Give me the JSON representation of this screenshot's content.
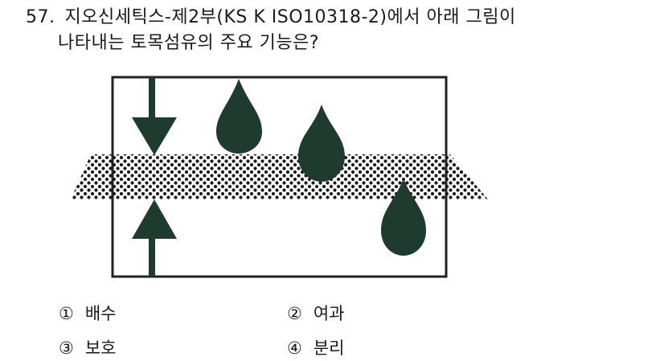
{
  "question": {
    "number": "57.",
    "line1": "지오신세틱스-제2부(KS K ISO10318-2)에서 아래 그림이",
    "line2": "나타내는 토목섬유의 주요 기능은?"
  },
  "options": [
    {
      "marker": "①",
      "text": "배수"
    },
    {
      "marker": "②",
      "text": "여과"
    },
    {
      "marker": "③",
      "text": "보호"
    },
    {
      "marker": "④",
      "text": "분리"
    }
  ],
  "figure": {
    "ink_color": "#1f3a2e",
    "frame_color": "#222222",
    "dot_color": "#1a1a1a"
  }
}
